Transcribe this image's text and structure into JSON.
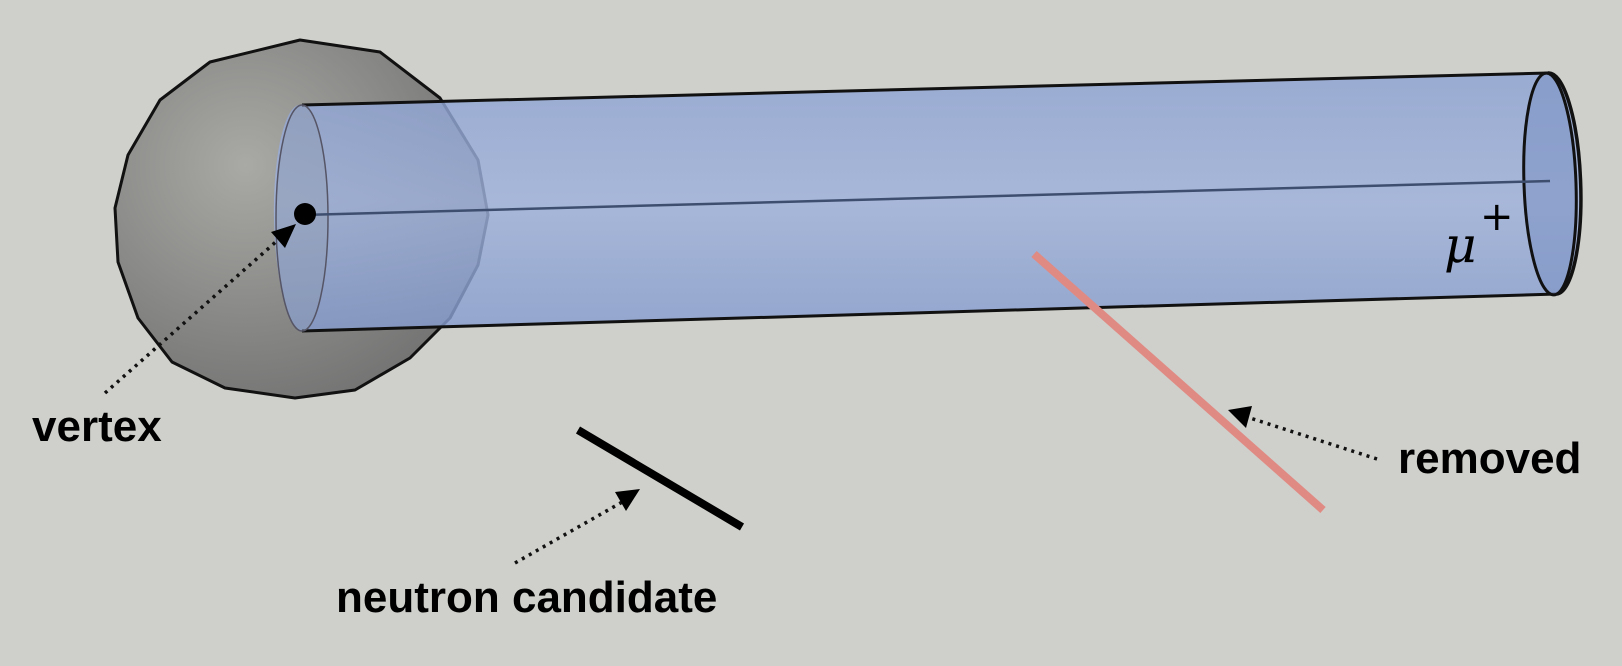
{
  "labels": {
    "vertex": "vertex",
    "neutron_candidate": "neutron candidate",
    "removed": "removed",
    "particle": "μ",
    "particle_charge": "+"
  },
  "colors": {
    "background": "#cfd0cb",
    "cylinder": "#8fa6d6",
    "sphere": "#8a8a88",
    "removed_segment": "#e08a84",
    "neutron_segment": "#000000"
  },
  "icons": {
    "vertex_point": "filled-circle",
    "arrow_head": "filled-triangle"
  }
}
